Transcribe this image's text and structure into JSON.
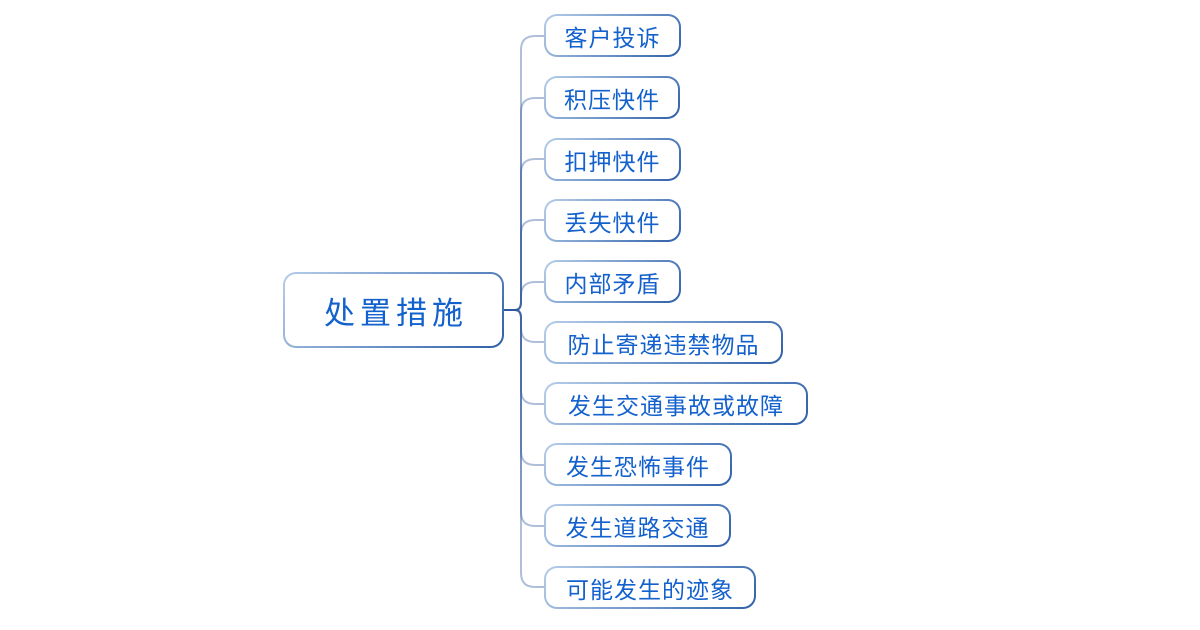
{
  "diagram": {
    "type": "mindmap",
    "root": {
      "label": "处置措施"
    },
    "branches": [
      {
        "label": "客户投诉"
      },
      {
        "label": "积压快件"
      },
      {
        "label": "扣押快件"
      },
      {
        "label": "丢失快件"
      },
      {
        "label": "内部矛盾"
      },
      {
        "label": "防止寄递违禁物品"
      },
      {
        "label": "发生交通事故或故障"
      },
      {
        "label": "发生恐怖事件"
      },
      {
        "label": "发生道路交通"
      },
      {
        "label": "可能发生的迹象"
      }
    ]
  },
  "colors": {
    "node_text": "#1361cc",
    "branch_line": "#30589c",
    "node_border_light": "#b6cde9",
    "node_border_dark": "#2e5fa8",
    "background": "#ffffff"
  }
}
